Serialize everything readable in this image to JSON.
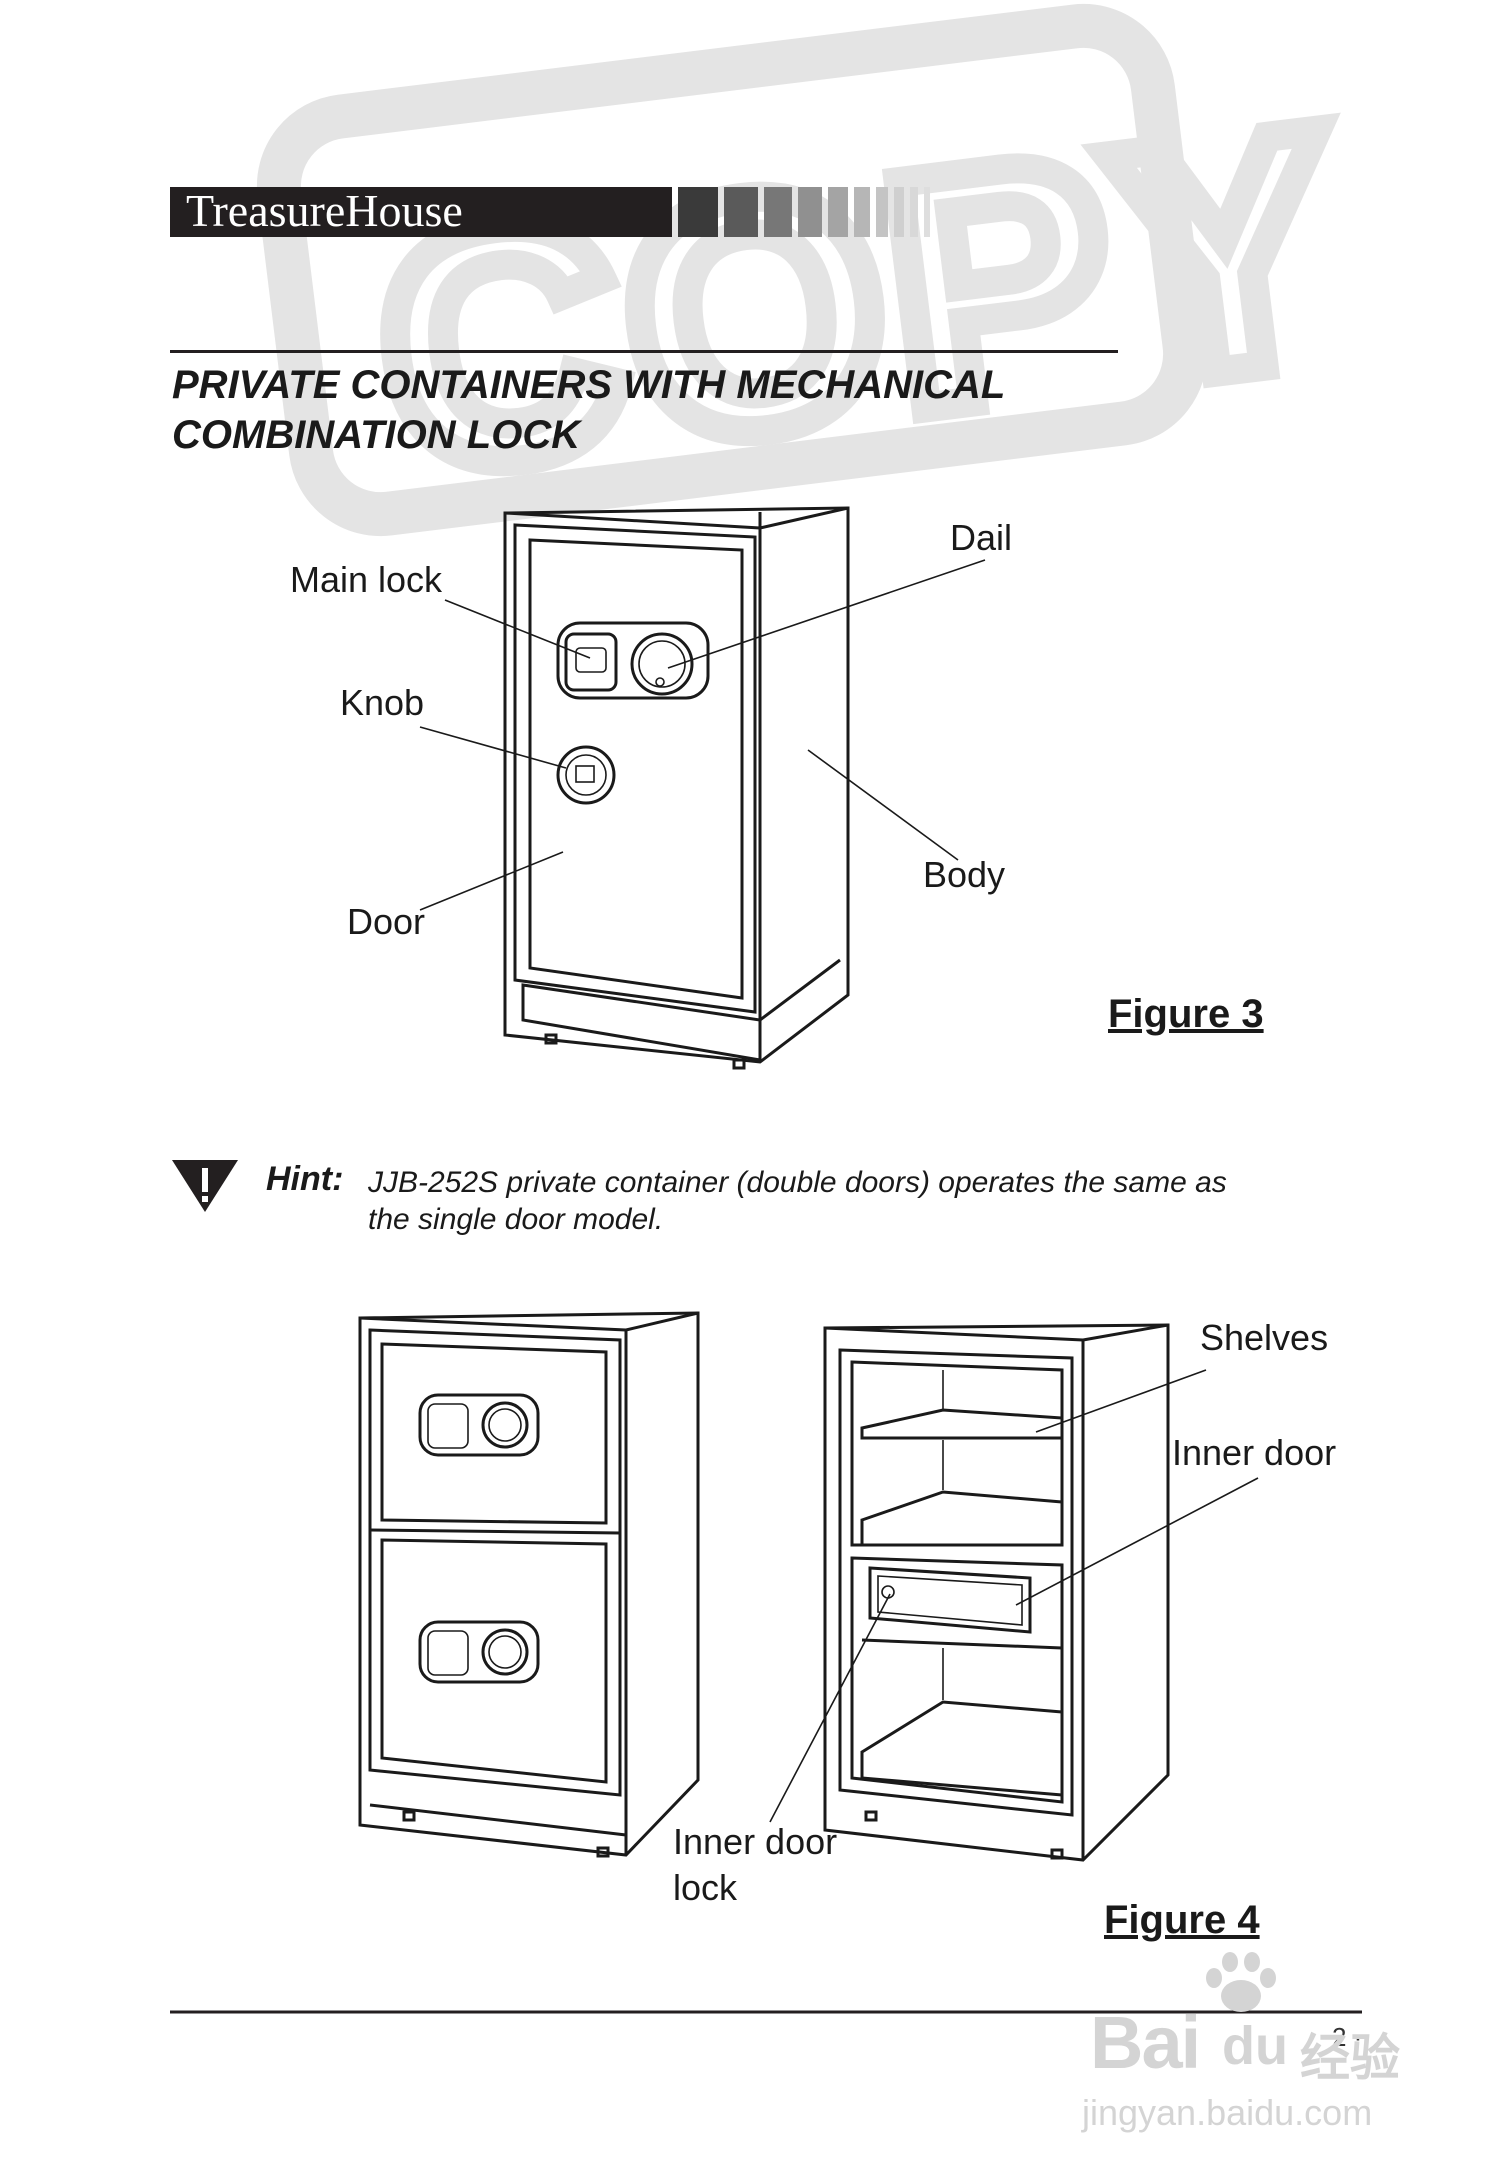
{
  "brand": {
    "name": "TreasureHouse"
  },
  "section": {
    "title_line1": "PRIVATE CONTAINERS WITH MECHANICAL",
    "title_line2": "COMBINATION LOCK"
  },
  "figure3": {
    "caption": "Figure 3",
    "labels": {
      "main_lock": "Main lock",
      "dail": "Dail",
      "knob": "Knob",
      "body": "Body",
      "door": "Door"
    }
  },
  "hint": {
    "label": "Hint:",
    "line1": "JJB-252S private container (double doors) operates the same as",
    "line2": "the single door model."
  },
  "figure4": {
    "caption": "Figure 4",
    "labels": {
      "shelves": "Shelves",
      "inner_door": "Inner door",
      "inner_door_lock_1": "Inner door",
      "inner_door_lock_2": "lock"
    }
  },
  "watermarks": {
    "stamp": "COPY",
    "baidu": "Bai",
    "baidu_cn": "经验",
    "baidu_url": "jingyan.baidu.com"
  },
  "footer": {
    "page_number": "2 ·"
  },
  "colors": {
    "ink": "#231f20",
    "stamp": "#e2e2e2"
  }
}
